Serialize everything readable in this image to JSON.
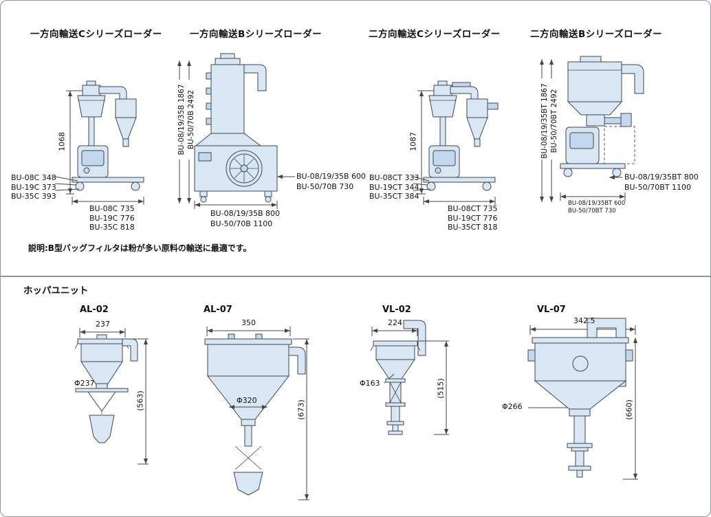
{
  "loader_section": {
    "diagrams": [
      {
        "title": "一方向輸送Cシリーズローダー",
        "height_dim": "1068",
        "left_labels": [
          "BU-08C 348",
          "BU-19C 373",
          "BU-35C 393"
        ],
        "bottom_labels": [
          "BU-08C 735",
          "BU-19C 776",
          "BU-35C 818"
        ]
      },
      {
        "title": "一方向輸送Bシリーズローダー",
        "rotated_dims": [
          "BU-08/19/35B 1867",
          "BU-50/70B 2492"
        ],
        "right_labels": [
          "BU-08/19/35B 600",
          "BU-50/70B 730"
        ],
        "bottom_labels": [
          "BU-08/19/35B 800",
          "BU-50/70B 1100"
        ]
      },
      {
        "title": "二方向輸送Cシリーズローダー",
        "height_dim": "1087",
        "left_labels": [
          "BU-08CT 333",
          "BU-19CT 344",
          "BU-35CT 384"
        ],
        "bottom_labels": [
          "BU-08CT 735",
          "BU-19CT 776",
          "BU-35CT 818"
        ]
      },
      {
        "title": "二方向輸送Bシリーズローダー",
        "rotated_dims": [
          "BU-08/19/35BT 1867",
          "BU-50/70BT 2492"
        ],
        "right_labels": [
          "BU-08/19/35BT 800",
          "BU-50/70BT 1100"
        ],
        "bottom_labels": [
          "BU-08/19/35BT 600",
          "BU-50/70BT 730"
        ]
      }
    ],
    "note": "説明:B型バッグフィルタは粉が多い原料の輸送に最適です。"
  },
  "hopper_section": {
    "title": "ホッパユニット",
    "units": [
      {
        "name": "AL-02",
        "width_dim": "237",
        "diameter_dim": "Φ237",
        "height_dim": "(563)"
      },
      {
        "name": "AL-07",
        "width_dim": "350",
        "diameter_dim": "Φ320",
        "height_dim": "(673)"
      },
      {
        "name": "VL-02",
        "width_dim": "224",
        "diameter_dim": "Φ163",
        "height_dim": "(515)"
      },
      {
        "name": "VL-07",
        "width_dim": "342.5",
        "diameter_dim": "Φ266",
        "height_dim": "(660)"
      }
    ]
  }
}
